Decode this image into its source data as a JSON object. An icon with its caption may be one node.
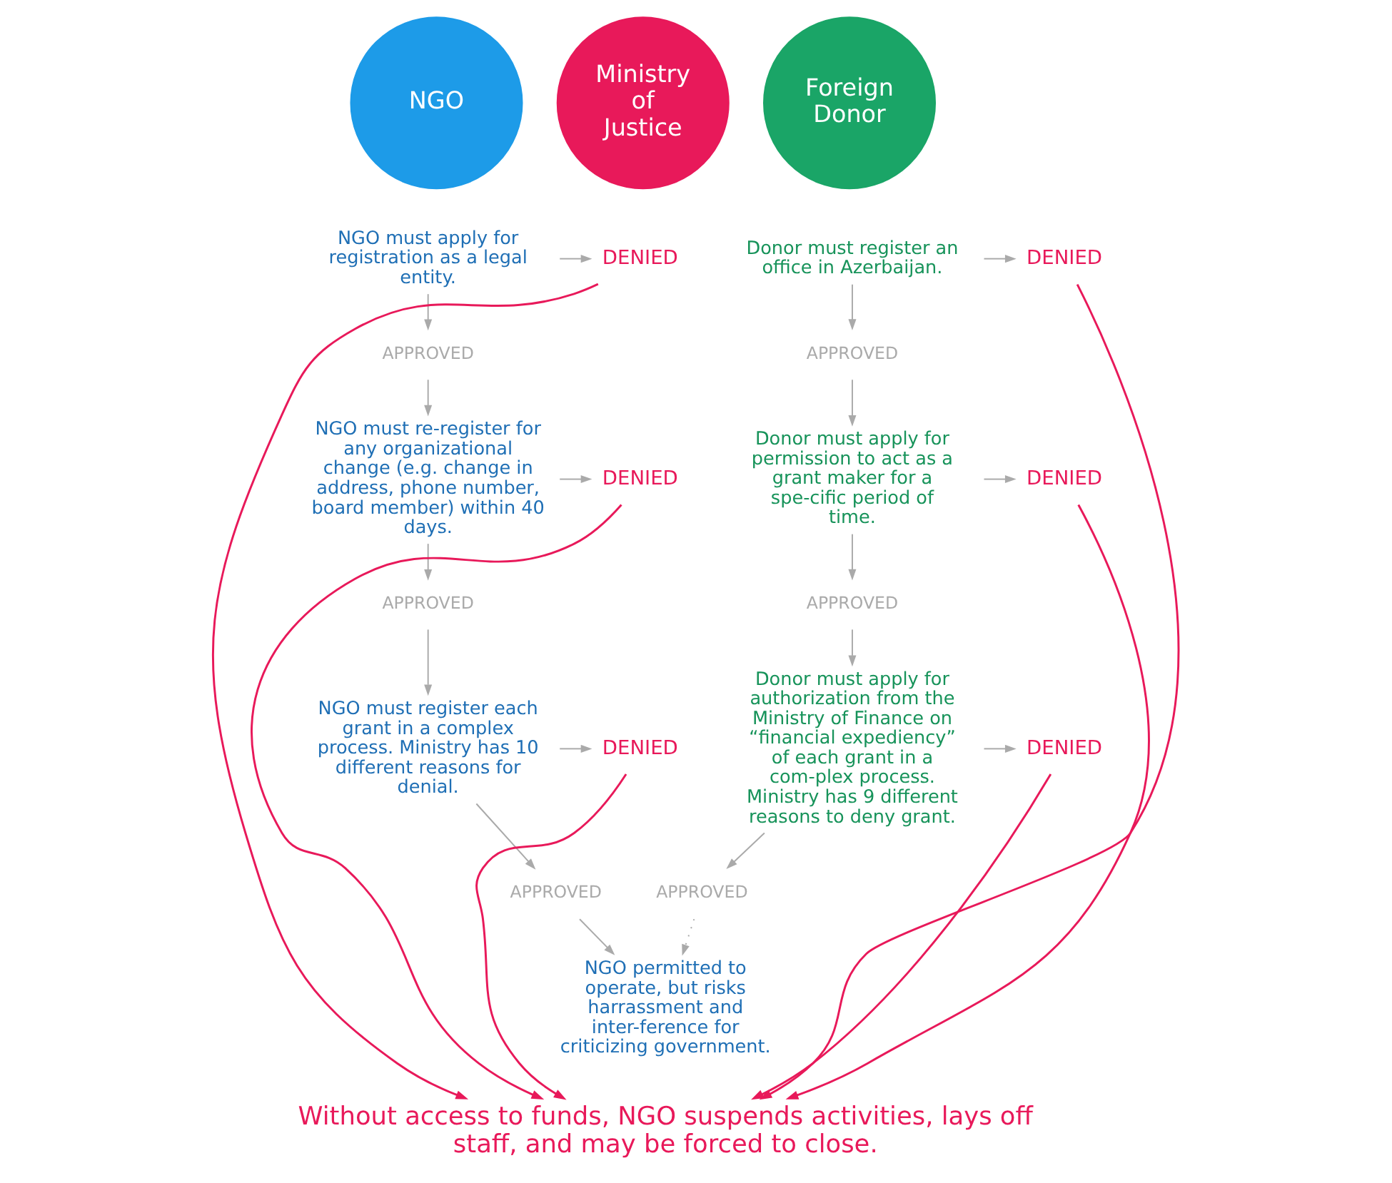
{
  "diagram": {
    "nodes": [
      {
        "text": [
          "NGO"
        ]
      },
      {
        "text": [
          "Ministry of Justice"
        ]
      },
      {
        "text": [
          "Foreign Donor"
        ]
      },
      {
        "text": [
          "NGO must apply for registration as a legal entity."
        ]
      },
      {
        "text": [
          "DENIED"
        ]
      },
      {
        "text": [
          "APPROVED"
        ]
      },
      {
        "text": [
          "NGO must re-register for any organizational change (e.g. change in address, phone number, board member) within 40 days."
        ]
      },
      {
        "text": [
          "DENIED"
        ]
      },
      {
        "text": [
          "APPROVED"
        ]
      },
      {
        "text": [
          "NGO must register each grant in a complex process. Ministry has 10 different reasons for denial."
        ]
      },
      {
        "text": [
          "DENIED"
        ]
      },
      {
        "text": [
          "APPROVED"
        ]
      },
      {
        "text": [
          "NGO permitted to operate, but risks harrassment and inter-ference for criticizing government."
        ]
      },
      {
        "text": [
          "Donor must register an office in Azerbaijan."
        ]
      },
      {
        "text": [
          "DENIED"
        ]
      },
      {
        "text": [
          "APPROVED"
        ]
      },
      {
        "text": [
          "Donor must apply for permission to act as a grant maker for a spe-cific period of time."
        ]
      },
      {
        "text": [
          "DENIED"
        ]
      },
      {
        "text": [
          "APPROVED"
        ]
      },
      {
        "text": [
          "Donor must apply for authorization from the Ministry of Finance on “financial expediency” of each grant in a com-plex process. Ministry has 9 different reasons to deny grant."
        ]
      },
      {
        "text": [
          "DENIED"
        ]
      },
      {
        "text": [
          "APPROVED"
        ]
      },
      {
        "text": [
          "Without access to funds, NGO suspends activities, lays off staff, and may be forced to close."
        ]
      }
    ],
    "edges": [
      {
        "from": 3,
        "to": 4,
        "arrow": "to"
      },
      {
        "from": 3,
        "to": 5,
        "arrow": "to"
      },
      {
        "from": 5,
        "to": 6,
        "arrow": "to"
      },
      {
        "from": 6,
        "to": 7,
        "arrow": "to"
      },
      {
        "from": 6,
        "to": 8,
        "arrow": "to"
      },
      {
        "from": 8,
        "to": 9,
        "arrow": "to"
      },
      {
        "from": 9,
        "to": 10,
        "arrow": "to"
      },
      {
        "from": 9,
        "to": 11,
        "arrow": "to"
      },
      {
        "from": 11,
        "to": 12,
        "arrow": "to"
      },
      {
        "from": 13,
        "to": 14,
        "arrow": "to"
      },
      {
        "from": 13,
        "to": 15,
        "arrow": "to"
      },
      {
        "from": 15,
        "to": 16,
        "arrow": "to"
      },
      {
        "from": 16,
        "to": 17,
        "arrow": "to"
      },
      {
        "from": 16,
        "to": 18,
        "arrow": "to"
      },
      {
        "from": 18,
        "to": 19,
        "arrow": "to"
      },
      {
        "from": 19,
        "to": 20,
        "arrow": "to"
      },
      {
        "from": 19,
        "to": 21,
        "arrow": "to"
      },
      {
        "from": 21,
        "to": 12,
        "arrow": "to",
        "style": "dashed"
      },
      {
        "from": 4,
        "to": 22,
        "arrow": "to",
        "color": "#e8195a"
      },
      {
        "from": 7,
        "to": 22,
        "arrow": "to",
        "color": "#e8195a"
      },
      {
        "from": 10,
        "to": 22,
        "arrow": "to",
        "color": "#e8195a"
      },
      {
        "from": 14,
        "to": 22,
        "arrow": "to",
        "color": "#e8195a"
      },
      {
        "from": 17,
        "to": 22,
        "arrow": "to",
        "color": "#e8195a"
      },
      {
        "from": 20,
        "to": 22,
        "arrow": "to",
        "color": "#e8195a"
      }
    ]
  }
}
